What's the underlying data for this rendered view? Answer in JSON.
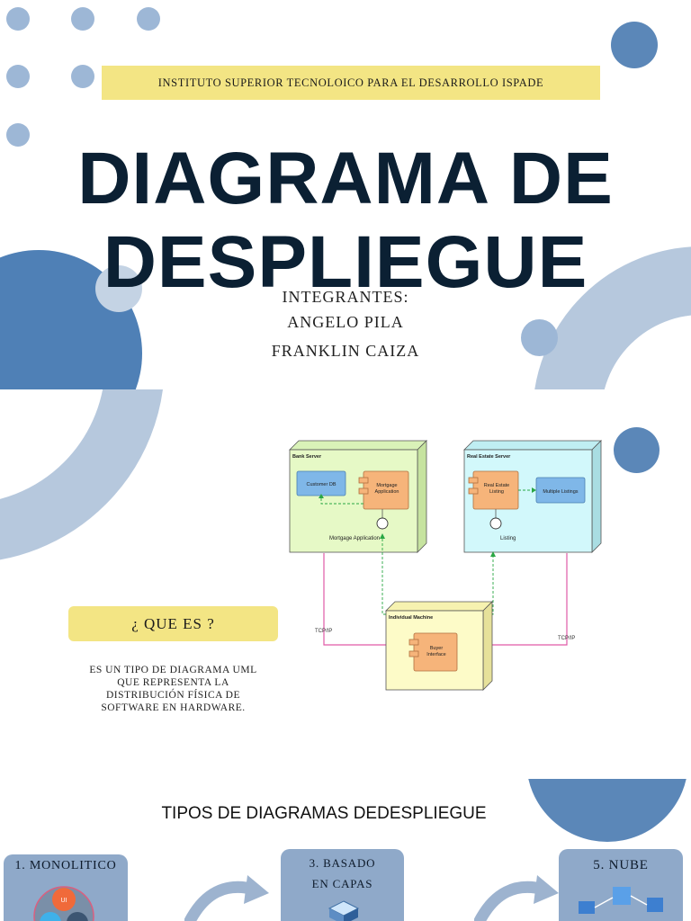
{
  "cover": {
    "institute": "INSTITUTO SUPERIOR TECNOLOICO PARA EL DESARROLLO ISPADE",
    "title_line1": "DIAGRAMA DE",
    "title_line2": "DESPLIEGUE",
    "members_label": "INTEGRANTES:",
    "members": [
      "ANGELO PILA",
      "FRANKLIN CAIZA"
    ]
  },
  "definition": {
    "question": "¿ QUE ES ?",
    "answer_lines": [
      "ES UN TIPO DE DIAGRAMA UML",
      "QUE REPRESENTA LA",
      "DISTRIBUCIÓN FÍSICA DE",
      "SOFTWARE EN HARDWARE."
    ]
  },
  "diagram": {
    "bank_server": {
      "title": "Bank Server",
      "db": "Customer DB",
      "app_line1": "Mortgage",
      "app_line2": "Application",
      "interface": "Mortgage Application"
    },
    "real_estate": {
      "title": "Real Estate Server",
      "listing_line1": "Real Estate",
      "listing_line2": "Listing",
      "multi": "Multiple Listings",
      "interface": "Listing"
    },
    "individual": {
      "title": "Individual Machine",
      "buyer_line1": "Buyer",
      "buyer_line2": "Interface"
    },
    "protocol_left": "TCP/IP",
    "protocol_right": "TCP/IP"
  },
  "types": {
    "heading": "TIPOS DE DIAGRAMAS DEDESPLIEGUE",
    "cards": [
      {
        "label": "1.  MONOLITICO"
      },
      {
        "label_line1": "3. BASADO",
        "label_line2": "EN CAPAS"
      },
      {
        "label": "5. NUBE"
      }
    ],
    "ui_badge": "UI"
  },
  "colors": {
    "accent_blue": "#5b87b8",
    "light_blue": "#b6c8dd",
    "dot_blue": "#9db7d6",
    "banner_yellow": "#f3e584",
    "title_navy": "#0b2033"
  }
}
